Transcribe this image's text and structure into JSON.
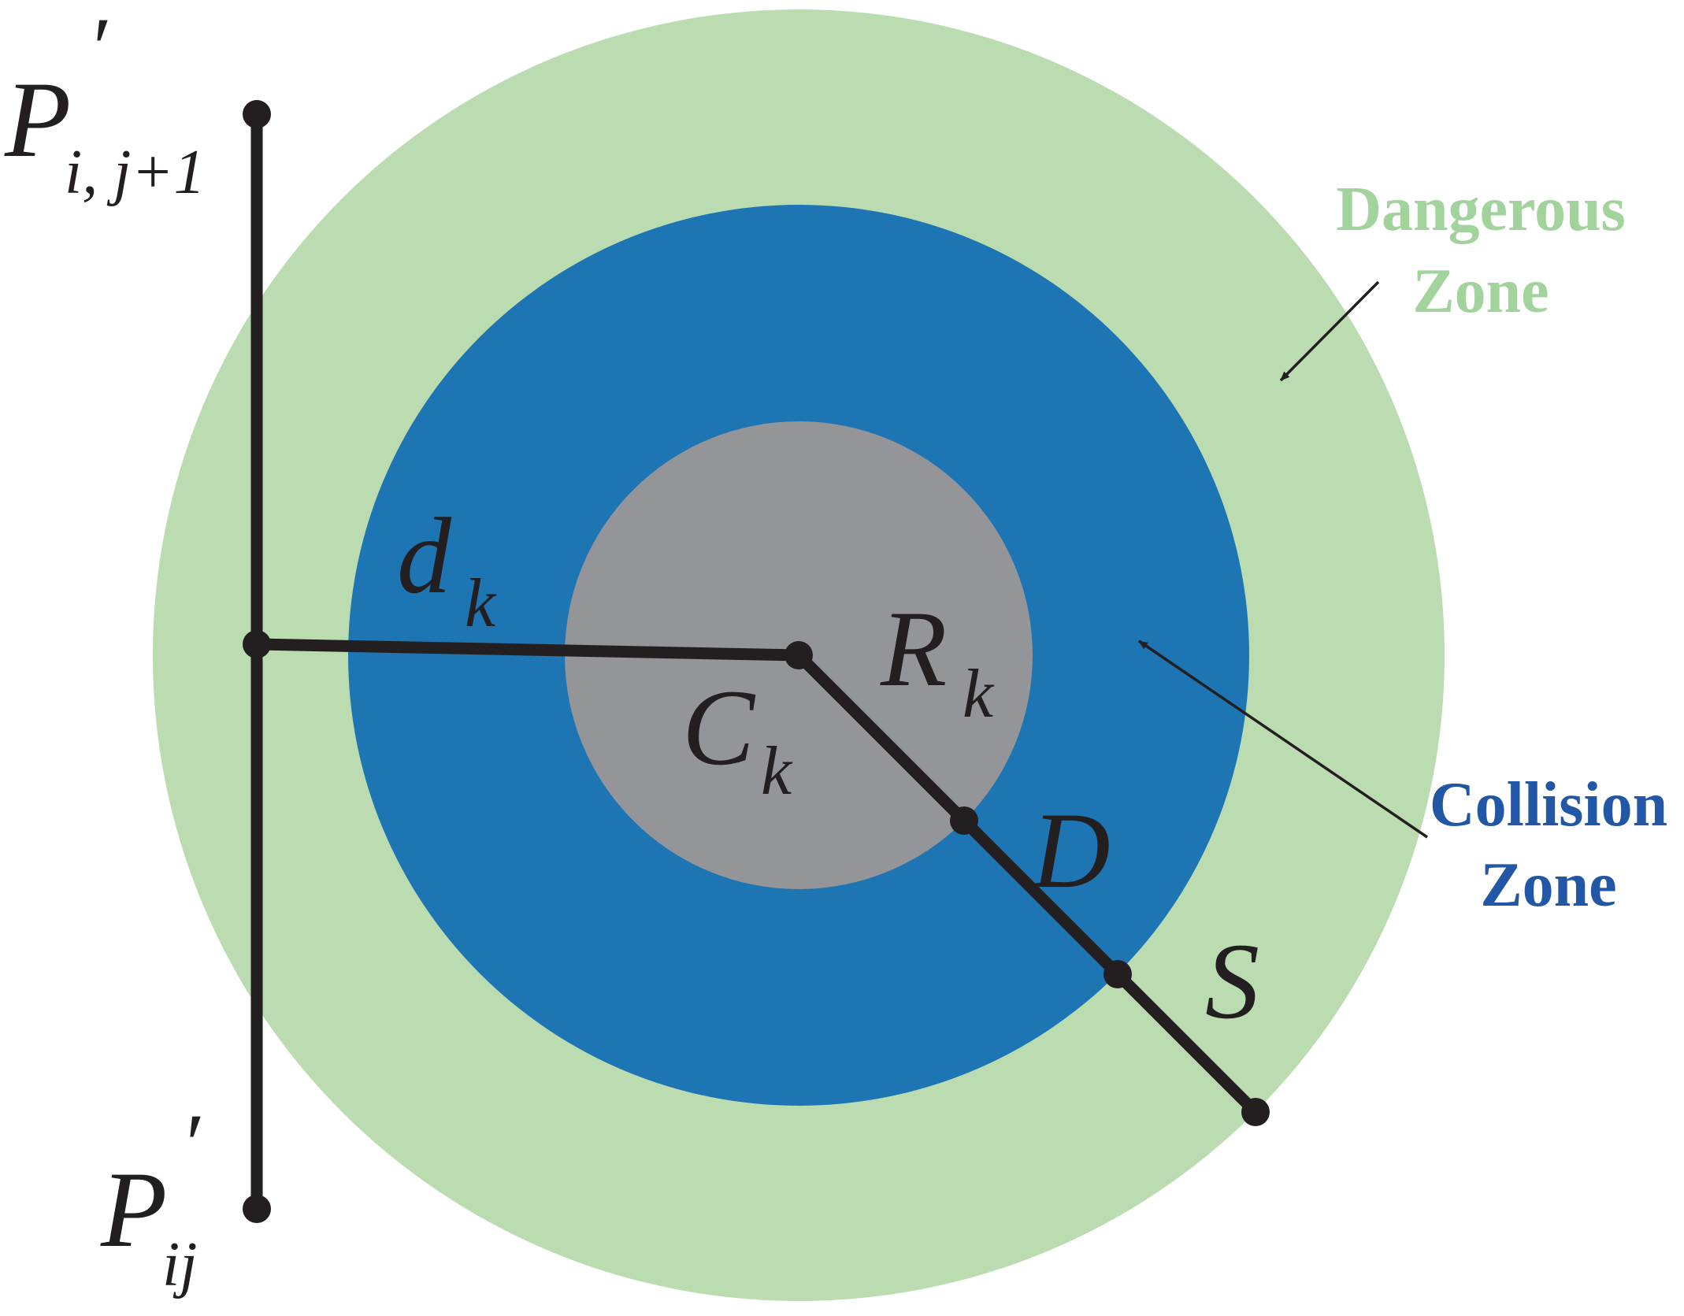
{
  "colors": {
    "dangerous_zone": "#bbdcb1",
    "collision_zone": "#1d75b4",
    "obstacle": "#939598",
    "line": "#231f20",
    "dangerous_label": "#a3d39c",
    "collision_label": "#2257a5"
  },
  "labels": {
    "p_top": {
      "base": "P",
      "prime": "′",
      "sub": "i, j+1"
    },
    "p_bottom": {
      "base": "P",
      "prime": "′",
      "sub": "ij"
    },
    "d": {
      "base": "d",
      "sub": "k"
    },
    "c": {
      "base": "C",
      "sub": "k"
    },
    "r": {
      "base": "R",
      "sub": "k"
    },
    "D": "D",
    "S": "S"
  },
  "zones": {
    "dangerous": {
      "line1": "Dangerous",
      "line2": "Zone"
    },
    "collision": {
      "line1": "Collision",
      "line2": "Zone"
    }
  }
}
